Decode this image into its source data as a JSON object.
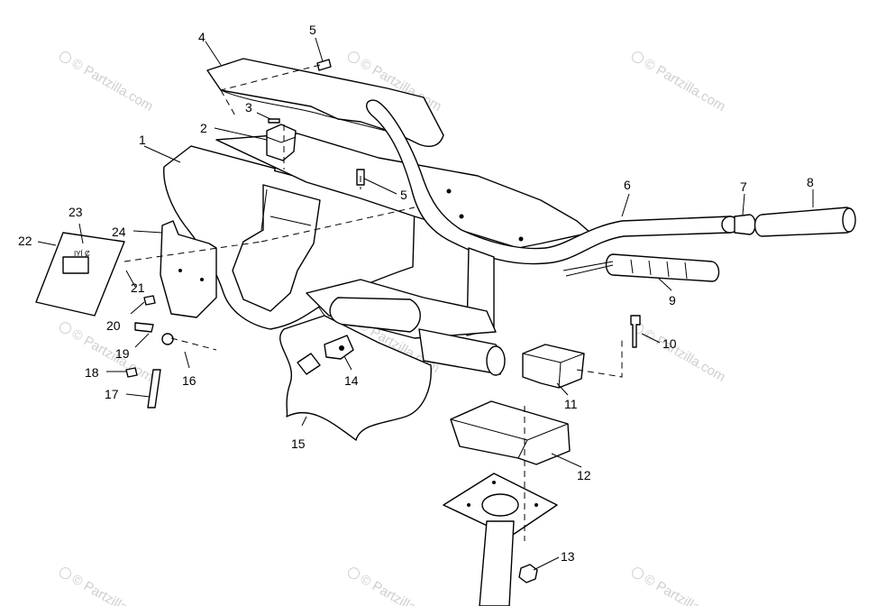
{
  "watermark": "© Partzilla.com",
  "decal_text": "IYÍ Ȼ",
  "callouts": [
    "1",
    "2",
    "3",
    "4",
    "5",
    "5",
    "6",
    "7",
    "8",
    "9",
    "10",
    "11",
    "12",
    "13",
    "14",
    "15",
    "16",
    "17",
    "18",
    "19",
    "20",
    "21",
    "22",
    "23",
    "24"
  ]
}
